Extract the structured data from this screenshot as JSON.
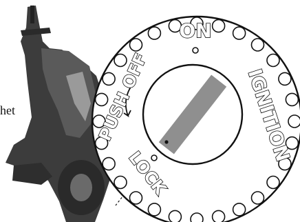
{
  "caption_fragment": "het",
  "dial": {
    "labels": {
      "on": "ON",
      "push_off": "PUSH OFF",
      "ignition": "IGNITION",
      "lock": "LOCK"
    },
    "colors": {
      "outline": "#111111",
      "key_slot": "#8f8f8f",
      "scooter_dark": "#3a3a3a"
    }
  }
}
